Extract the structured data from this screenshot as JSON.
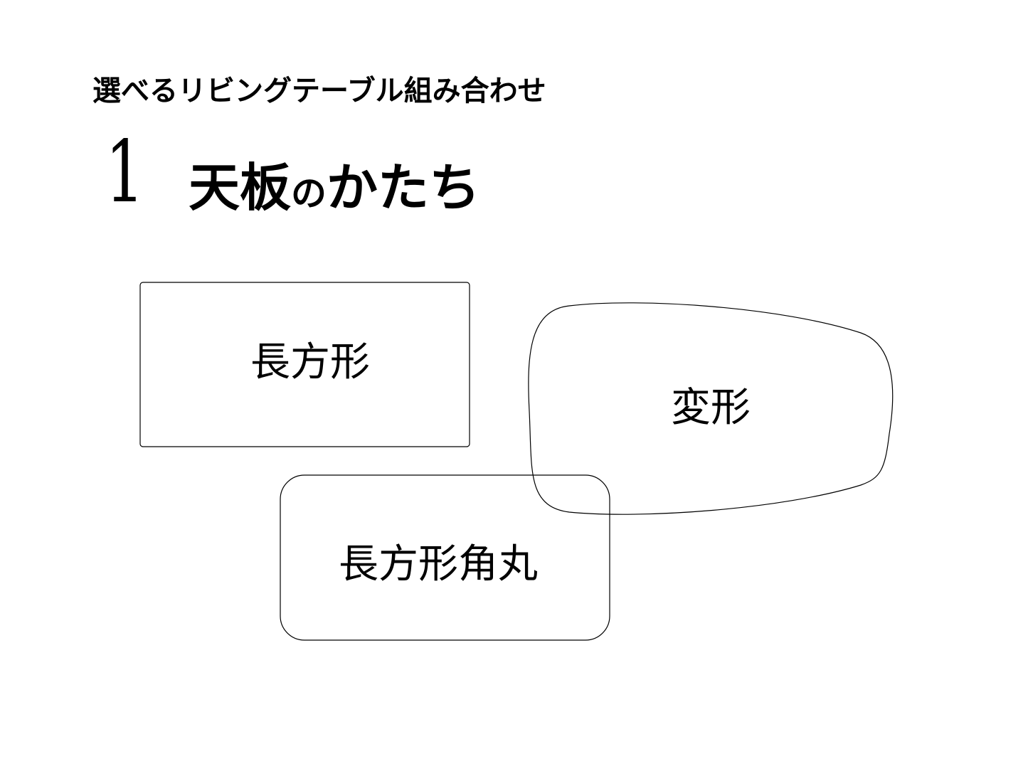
{
  "header": {
    "subtitle": "選べるリビングテーブル組み合わせ",
    "section_number": "1",
    "section_title_part1": "天板",
    "section_title_particle": "の",
    "section_title_part2": "かたち"
  },
  "shapes": {
    "rectangle_label": "長方形",
    "irregular_label": "変形",
    "rounded_rectangle_label": "長方形角丸"
  },
  "colors": {
    "outline": "#000000",
    "background": "#ffffff"
  }
}
